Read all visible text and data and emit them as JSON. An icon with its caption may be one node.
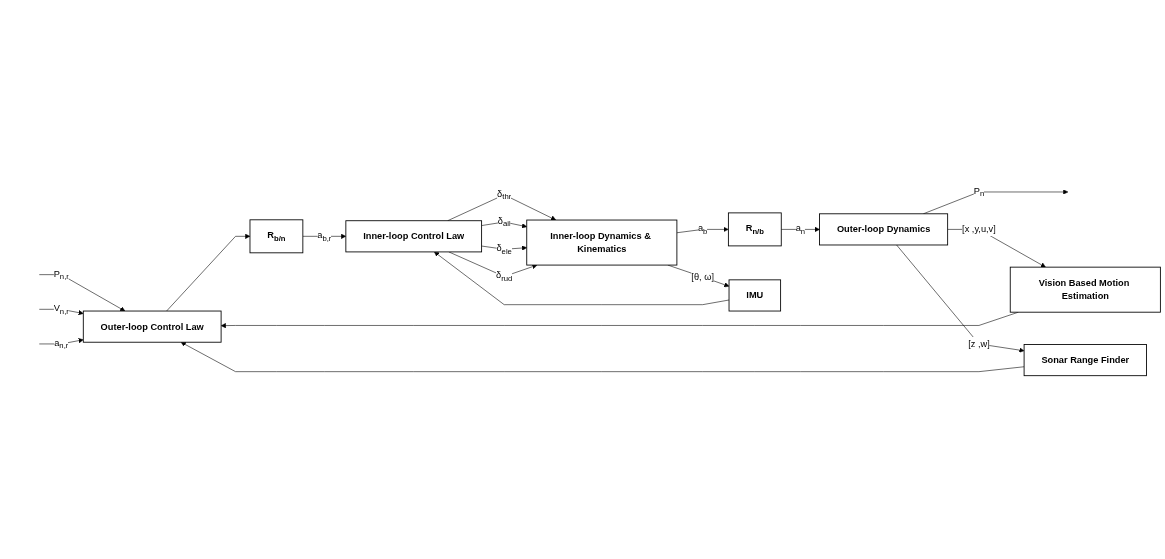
{
  "diagram": {
    "nodes": [
      {
        "text": [
          "Outer-loop Control Law"
        ]
      },
      {
        "text": [
          "R$_{b/n}$"
        ]
      },
      {
        "text": [
          "Inner-loop Control Law"
        ]
      },
      {
        "text": [
          "Inner-loop Dynamics & Kinematics"
        ]
      },
      {
        "text": [
          "R$_{n/b}$"
        ]
      },
      {
        "text": [
          "Outer-loop Dynamics"
        ]
      },
      {
        "text": [
          "IMU"
        ]
      },
      {
        "text": [
          "Vision Based Motion Estimation"
        ]
      },
      {
        "text": [
          "Sonar Range Finder"
        ]
      }
    ],
    "edges": [
      {
        "from": null,
        "to": 0,
        "arrow": "to",
        "label": "P$_{n,r}$"
      },
      {
        "from": null,
        "to": 0,
        "arrow": "to",
        "label": "V$_{n,r}$"
      },
      {
        "from": null,
        "to": 0,
        "arrow": "to",
        "label": "a$_{n,r}$"
      },
      {
        "from": 0,
        "to": 1,
        "arrow": "to"
      },
      {
        "from": 1,
        "to": 2,
        "arrow": "to",
        "label": "a$_{b,r}$"
      },
      {
        "from": 2,
        "to": 3,
        "arrow": "to",
        "label": "δ$_{thr}$"
      },
      {
        "from": 2,
        "to": 3,
        "arrow": "to",
        "label": "δ$_{ail}$"
      },
      {
        "from": 2,
        "to": 3,
        "arrow": "to",
        "label": "δ$_{ele}$"
      },
      {
        "from": 2,
        "to": 3,
        "arrow": "to",
        "label": "δ$_{rud}$"
      },
      {
        "from": 3,
        "to": 4,
        "arrow": "to",
        "label": "a$_{b}$"
      },
      {
        "from": 4,
        "to": 5,
        "arrow": "to",
        "label": "a$_{n}$"
      },
      {
        "from": 5,
        "to": null,
        "arrow": "to",
        "label": "P$_{n}$"
      },
      {
        "from": 3,
        "to": 6,
        "arrow": "to",
        "label": "[θ, ω]"
      },
      {
        "from": 6,
        "to": 2,
        "arrow": "to"
      },
      {
        "from": 5,
        "to": 7,
        "arrow": "to",
        "label": "[x ,y,u,v]"
      },
      {
        "from": 7,
        "to": 0,
        "arrow": "to"
      },
      {
        "from": 5,
        "to": 8,
        "arrow": "to",
        "label": "[z ,w]"
      },
      {
        "from": 8,
        "to": 0,
        "arrow": "to"
      }
    ]
  }
}
